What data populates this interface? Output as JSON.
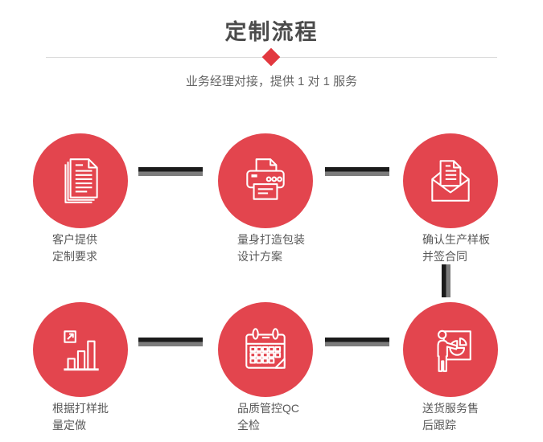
{
  "header": {
    "title": "定制流程",
    "subtitle": "业务经理对接，提供 1 对 1 服务"
  },
  "colors": {
    "accent_red": "#e3454e",
    "diamond_red": "#e2383f",
    "connector_dark": "#1b1b1b",
    "connector_gray": "#7c7c7c",
    "title_text": "#4b4b4b",
    "subtitle_text": "#666666",
    "label_text": "#595959",
    "divider": "#dcdcdc",
    "icon_stroke": "#ffffff"
  },
  "steps": [
    {
      "icon": "documents-icon",
      "lines": [
        "客户提供",
        "定制要求"
      ]
    },
    {
      "icon": "printer-icon",
      "lines": [
        "量身打造包装",
        "设计方案"
      ]
    },
    {
      "icon": "envelope-icon",
      "lines": [
        "确认生产样板",
        "并签合同"
      ]
    },
    {
      "icon": "bar-chart-icon",
      "lines": [
        "根据打样批",
        "量定做"
      ]
    },
    {
      "icon": "calendar-icon",
      "lines": [
        "品质管控QC",
        "全检"
      ]
    },
    {
      "icon": "presentation-icon",
      "lines": [
        "送货服务售",
        "后跟踪"
      ]
    }
  ]
}
